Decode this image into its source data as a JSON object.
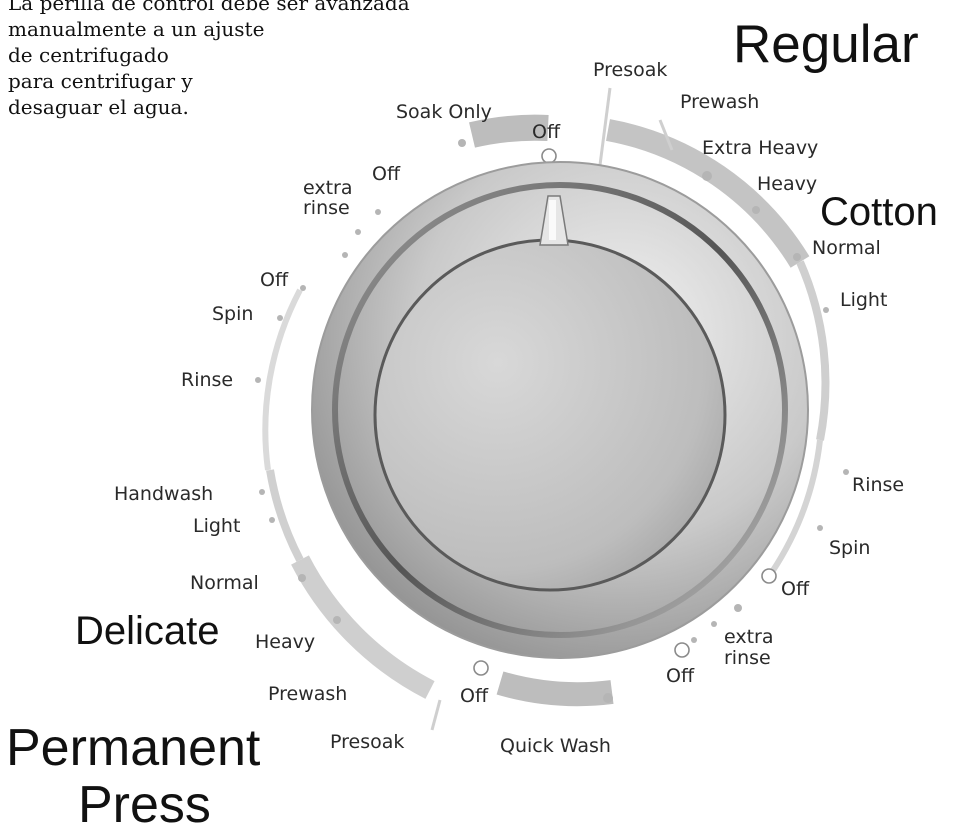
{
  "instruction": {
    "lines": [
      "La perilla de control debe ser avanzada",
      "manualmente a un ajuste",
      "de centrifugado",
      "para centrifugar y",
      "desaguar el agua."
    ]
  },
  "cycles": {
    "regular": "Regular",
    "cotton": "Cotton",
    "delicate": "Delicate",
    "permanent": "Permanent",
    "press": "Press"
  },
  "soak": {
    "title": "Soak Only",
    "off": "Off"
  },
  "regular_group": {
    "presoak": "Presoak",
    "prewash": "Prewash",
    "extra_heavy": "Extra Heavy",
    "heavy": "Heavy",
    "normal": "Normal",
    "light": "Light"
  },
  "right_group": {
    "rinse": "Rinse",
    "spin": "Spin",
    "off": "Off",
    "extra_rinse_1": "extra",
    "extra_rinse_2": "rinse",
    "off2": "Off"
  },
  "quick_wash": {
    "off": "Off",
    "title": "Quick Wash"
  },
  "perm_group": {
    "presoak": "Presoak",
    "prewash": "Prewash",
    "heavy": "Heavy",
    "normal": "Normal",
    "light": "Light",
    "handwash": "Handwash"
  },
  "left_group": {
    "rinse": "Rinse",
    "spin": "Spin",
    "off": "Off",
    "extra_rinse_1": "extra",
    "extra_rinse_2": "rinse",
    "off2": "Off"
  }
}
